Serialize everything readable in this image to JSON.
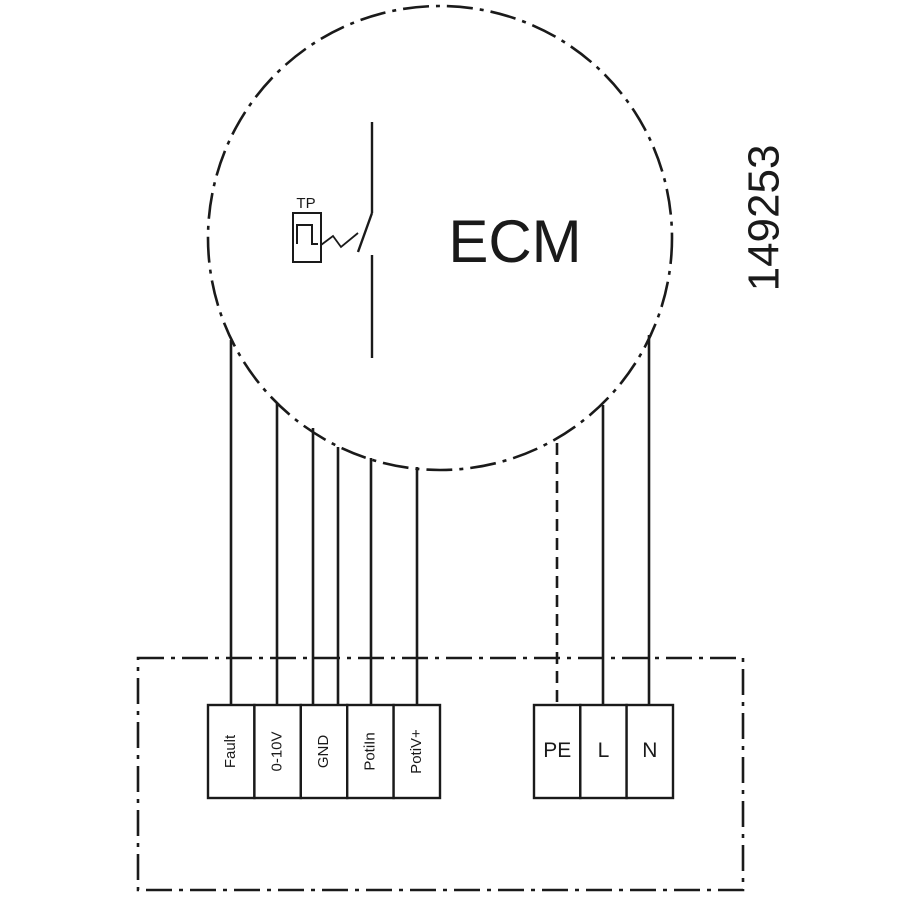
{
  "motor": {
    "label": "ECM",
    "thermal_protector_label": "TP"
  },
  "drawing_number": "149253",
  "terminals": {
    "control": [
      "Fault",
      "0-10V",
      "GND",
      "PotiIn",
      "PotiV+"
    ],
    "power": [
      "PE",
      "L",
      "N"
    ]
  },
  "colors": {
    "line": "#1a1a1a",
    "background": "#ffffff"
  }
}
